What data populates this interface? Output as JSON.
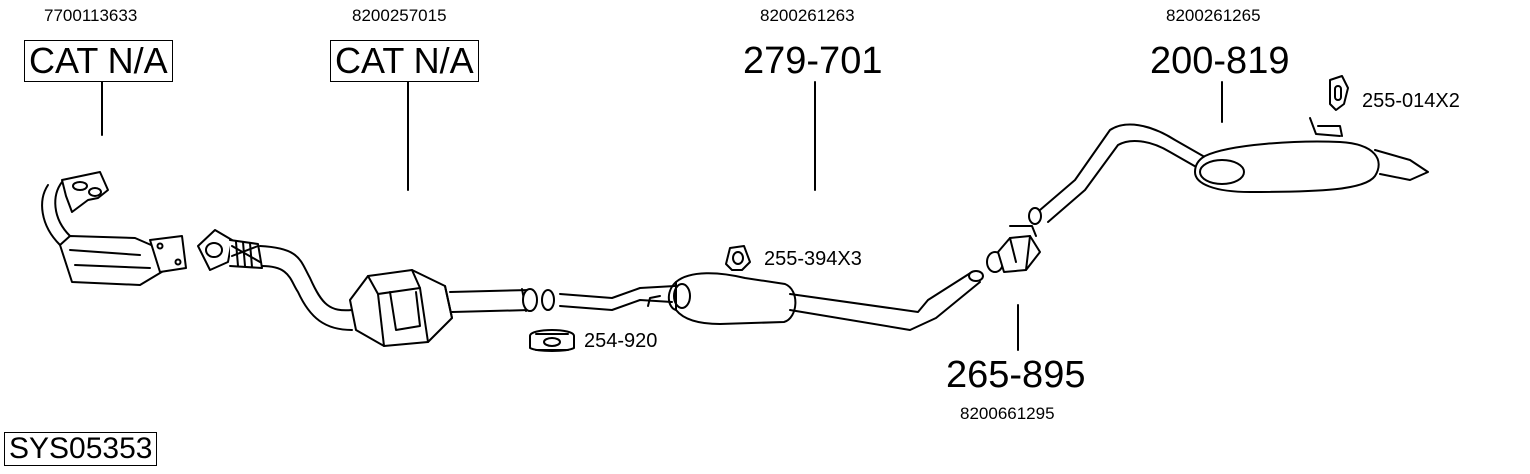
{
  "parts": [
    {
      "id": "front-cat",
      "oe": "7700113633",
      "part_no": "CAT N/A"
    },
    {
      "id": "main-cat",
      "oe": "8200257015",
      "part_no": "CAT N/A"
    },
    {
      "id": "middle-silencer",
      "oe": "8200261263",
      "part_no": "279-701"
    },
    {
      "id": "rear-silencer",
      "oe": "8200261265",
      "part_no": "200-819"
    },
    {
      "id": "flex-repair",
      "oe": "8200661295",
      "part_no": "265-895"
    }
  ],
  "accessories": {
    "rear_mount": "255-014X2",
    "middle_mount": "255-394X3",
    "clamp": "254-920"
  },
  "system_code": "SYS05353"
}
